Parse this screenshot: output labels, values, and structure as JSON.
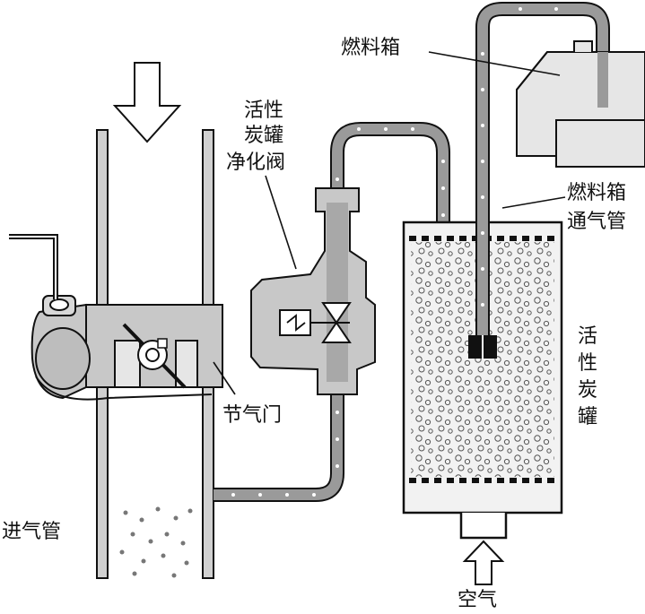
{
  "labels": {
    "fuel_tank": "燃料箱",
    "purge_valve_line1": "活性",
    "purge_valve_line2": "炭罐",
    "purge_valve_line3": "净化阀",
    "vent_pipe_line1": "燃料箱",
    "vent_pipe_line2": "通气管",
    "canister_c1": "活",
    "canister_c2": "性",
    "canister_c3": "炭",
    "canister_c4": "罐",
    "throttle": "节气门",
    "intake_pipe": "进气管",
    "air": "空气"
  },
  "colors": {
    "outline": "#111111",
    "fill_gray": "#c8c8c8",
    "fill_light": "#e6e6e6",
    "pipe_fill": "#9a9a9a",
    "canister_fill": "#f2f2f2"
  }
}
